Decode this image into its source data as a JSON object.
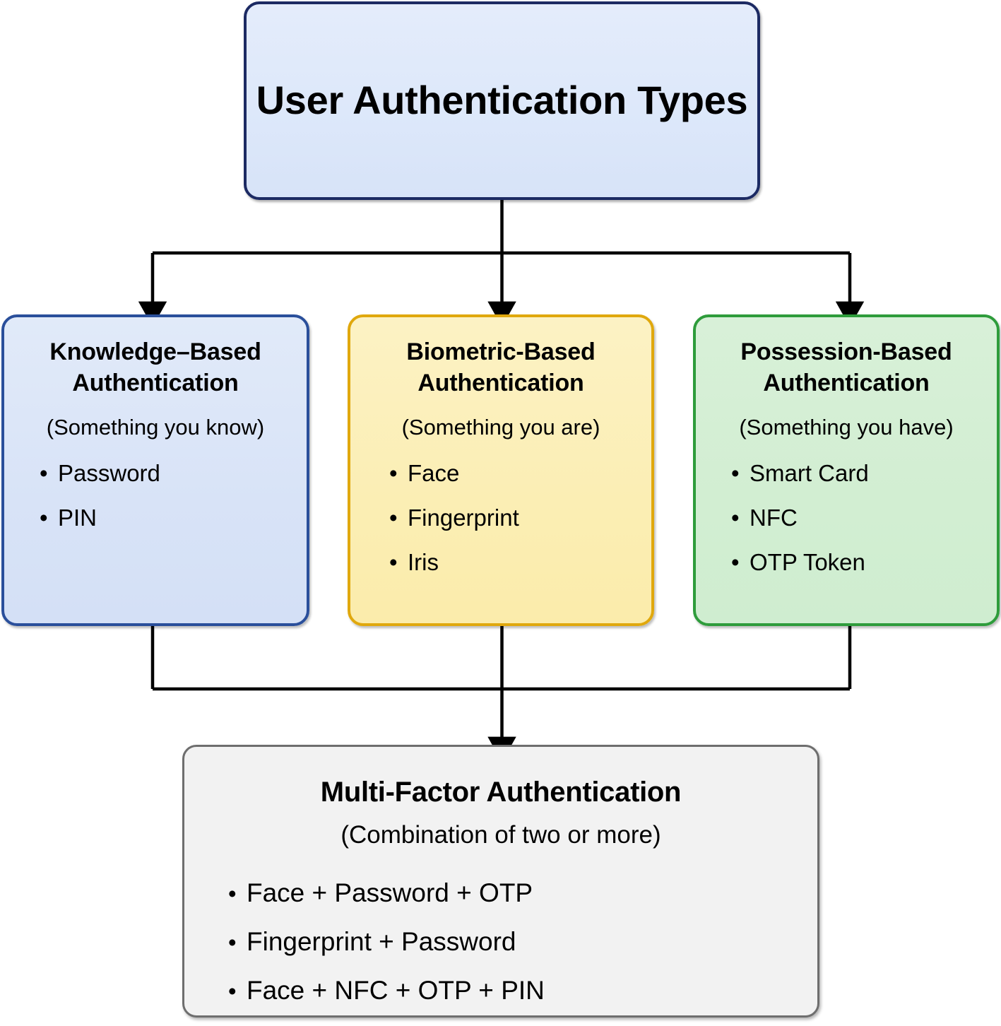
{
  "diagram": {
    "title": "User Authentication Types",
    "root": {
      "label": "User Authentication Types"
    },
    "branches": [
      {
        "id": "knowledge-based",
        "title": "Knowledge–Based Authentication",
        "subtitle": "(Something you know)",
        "bullet_char": "•",
        "items": [
          "Password",
          "PIN"
        ],
        "fill_color": "#d8e3f7",
        "border_color": "#2a4f9b"
      },
      {
        "id": "biometric-based",
        "title": "Biometric-Based Authentication",
        "subtitle": "(Something you are)",
        "bullet_char": "•",
        "items": [
          "Face",
          "Fingerprint",
          "Iris"
        ],
        "fill_color": "#fbeeb4",
        "border_color": "#e0a80d"
      },
      {
        "id": "possession-based",
        "title": "Possession-Based Authentication",
        "subtitle": "(Something you have)",
        "bullet_char": "•",
        "items": [
          "Smart Card",
          "NFC",
          "OTP Token"
        ],
        "fill_color": "#d2eed2",
        "border_color": "#2e9c3b"
      }
    ],
    "result": {
      "id": "multi-factor",
      "title": "Multi-Factor Authentication",
      "subtitle": "(Combination of two or more)",
      "bullet_char": "•",
      "items": [
        "Face + Password + OTP",
        "Fingerprint + Password",
        "Face + NFC + OTP + PIN"
      ],
      "fill_color": "#f2f2f2",
      "border_color": "#6e6e6e"
    },
    "root_style": {
      "fill_color": "#dde8fa",
      "border_color": "#1c2a63"
    },
    "connector_color": "#000000"
  }
}
